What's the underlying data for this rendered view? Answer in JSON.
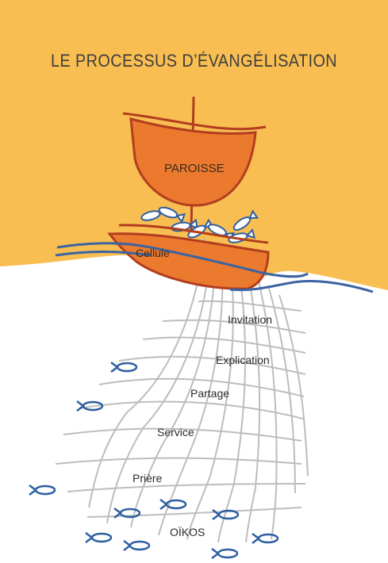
{
  "title": "LE PROCESSUS D’ÉVANGÉLISATION",
  "boat_labels": {
    "paroisse": "PAROISSE",
    "cellule": "Cellule"
  },
  "stages": {
    "invitation": "Invitation",
    "explication": "Explication",
    "partage": "Partage",
    "service": "Service",
    "priere": "Prière",
    "oikos": "OÏKOS"
  },
  "colors": {
    "sky": "#F9BE52",
    "boat": "#EB7A2E",
    "boat_outline": "#B23E1F",
    "wave": "#3C63A2",
    "net": "#BDBDBD",
    "fish": "#2F5FA0"
  }
}
